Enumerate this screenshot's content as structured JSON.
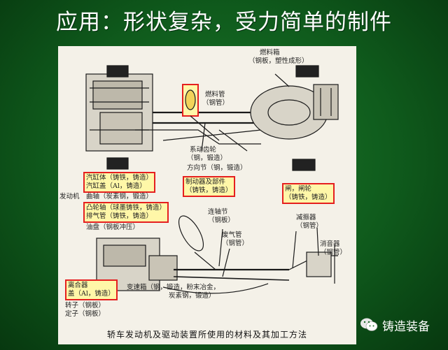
{
  "title": "应用：形状复杂，受力简单的制件",
  "caption": "轿车发动机及驱动装置所使用的材料及其加工方法",
  "brand": "铸造装备",
  "labels": {
    "fuel_tank": "燃料箱",
    "fuel_tank_material": "（钢板，塑性成形）",
    "fuel_pipe": "燃料管",
    "fuel_pipe_material": "（钢管）",
    "starter_gear": "系动齿轮",
    "starter_gear_material": "（钢，锻造）",
    "steering_joint": "方向节（钢，锻造）",
    "engine": "发动机",
    "crankshaft": "曲轴（炭素钢，锻造）",
    "oil_pan": "油盘（钢板冲压）",
    "connecting_joint": "连轴节",
    "connecting_joint_material": "（钢板）",
    "exhaust_pipe": "废气管",
    "exhaust_pipe_material": "（钢管）",
    "shock_absorber": "减振器",
    "shock_absorber_material": "（钢管）",
    "muffler": "消音器",
    "muffler_material": "（钢管）",
    "gearbox": "变速箱（钢，锻造，粉末冶金，",
    "gearbox_material": "炭素钢，锻造）",
    "rotor": "转子（钢板）",
    "stator": "定子（钢板）"
  },
  "boxes": {
    "cylinder_block_1": "汽缸体（铸铁，铸造）",
    "cylinder_block_2": "汽缸盖（Al，铸造）",
    "brake_1": "制动器及部件",
    "brake_2": "（铸铁，铸造）",
    "wheel_1": "闸，闸轮",
    "wheel_2": "（铸铁，铸造）",
    "camshaft_1": "凸轮轴（球墨铸铁，铸造）",
    "camshaft_2": "排气管（铸铁，铸造）",
    "clutch_1": "离合器",
    "clutch_2": "盖（Al，铸造）"
  }
}
